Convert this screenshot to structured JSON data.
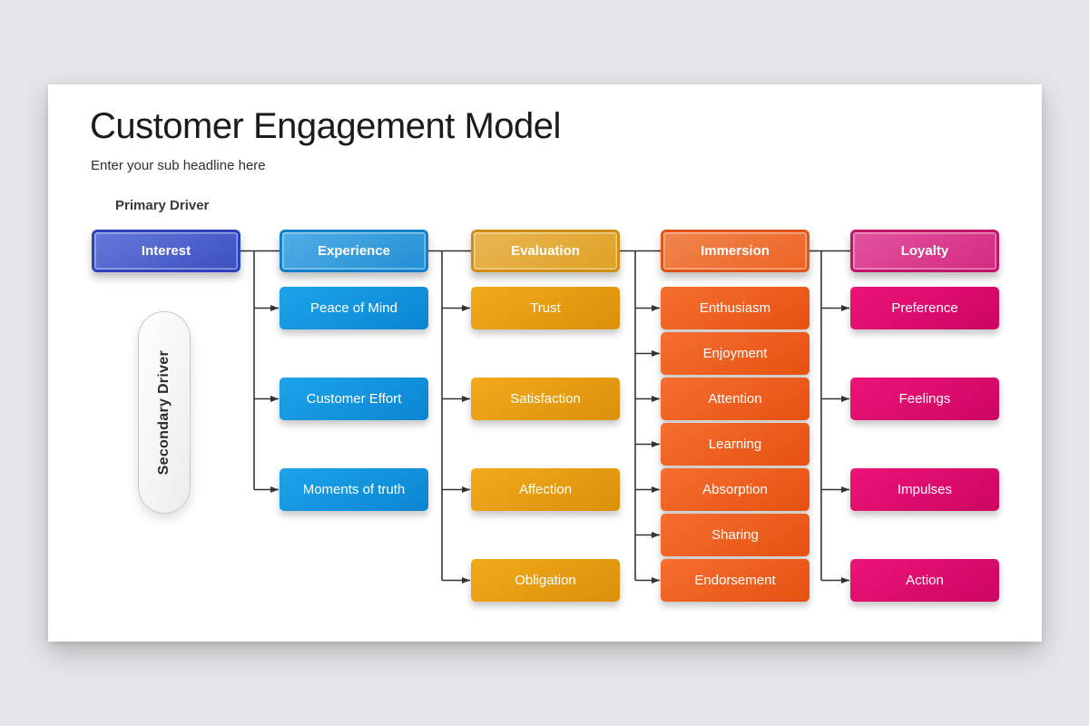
{
  "title": "Customer Engagement Model",
  "subtitle": "Enter your sub headline here",
  "labels": {
    "primary_driver": "Primary Driver",
    "secondary_driver": "Secondary Driver"
  },
  "colors": {
    "background": "#e6e6e8",
    "card": "#ffffff",
    "connector_line": "#333333",
    "pill_border": "#c9c9c9"
  },
  "columns": [
    {
      "id": "interest",
      "header": "Interest",
      "palette": {
        "header_fill": [
          "#6579da",
          "#3c50c0"
        ],
        "header_border": "#2c41bd",
        "child_fill": [
          "#6579da",
          "#3c50c0"
        ]
      },
      "children": []
    },
    {
      "id": "experience",
      "header": "Experience",
      "palette": {
        "header_fill": [
          "#52ade4",
          "#2190d5"
        ],
        "header_border": "#1080cc",
        "child_fill": [
          "#1ca4ea",
          "#0b85d1"
        ]
      },
      "children": [
        {
          "label": "Peace of Mind",
          "row": 1
        },
        {
          "label": "Customer Effort",
          "row": 3
        },
        {
          "label": "Moments of truth",
          "row": 5
        }
      ]
    },
    {
      "id": "evaluation",
      "header": "Evaluation",
      "palette": {
        "header_fill": [
          "#eab654",
          "#dfa124"
        ],
        "header_border": "#d18e10",
        "child_fill": [
          "#f2aa1c",
          "#da9008"
        ]
      },
      "children": [
        {
          "label": "Trust",
          "row": 1
        },
        {
          "label": "Satisfaction",
          "row": 3
        },
        {
          "label": "Affection",
          "row": 5
        },
        {
          "label": "Obligation",
          "row": 7
        }
      ]
    },
    {
      "id": "immersion",
      "header": "Immersion",
      "palette": {
        "header_fill": [
          "#f0854e",
          "#ed6424"
        ],
        "header_border": "#e25317",
        "child_fill": [
          "#f56f30",
          "#e65110"
        ]
      },
      "children": [
        {
          "label": "Enthusiasm",
          "row": 1
        },
        {
          "label": "Enjoyment",
          "row": 2
        },
        {
          "label": "Attention",
          "row": 3
        },
        {
          "label": "Learning",
          "row": 4
        },
        {
          "label": "Absorption",
          "row": 5
        },
        {
          "label": "Sharing",
          "row": 6
        },
        {
          "label": "Endorsement",
          "row": 7
        }
      ]
    },
    {
      "id": "loyalty",
      "header": "Loyalty",
      "palette": {
        "header_fill": [
          "#e2549e",
          "#d42a80"
        ],
        "header_border": "#c11367",
        "child_fill": [
          "#ec1478",
          "#cd0561"
        ]
      },
      "children": [
        {
          "label": "Preference",
          "row": 1
        },
        {
          "label": "Feelings",
          "row": 3
        },
        {
          "label": "Impulses",
          "row": 5
        },
        {
          "label": "Action",
          "row": 7
        }
      ]
    }
  ]
}
